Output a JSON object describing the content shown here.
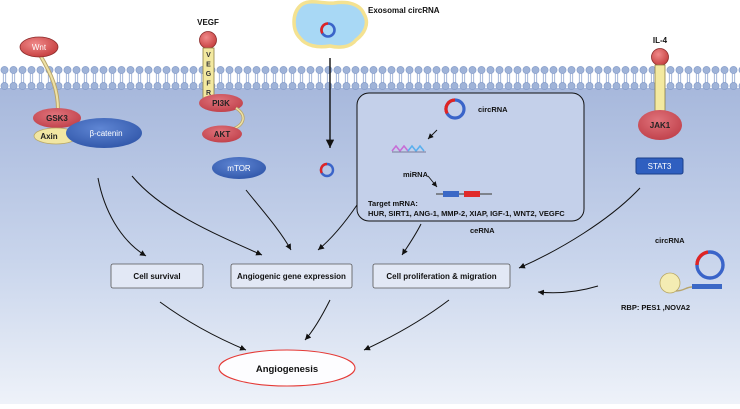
{
  "exosome": {
    "label": "Exosomal circRNA"
  },
  "wnt": {
    "ligand": "Wnt",
    "gsk3": "GSK3",
    "axin": "Axin",
    "beta_catenin": "β-catenin"
  },
  "vegf": {
    "ligand": "VEGF",
    "receptor_letters": [
      "V",
      "E",
      "G",
      "F",
      "R"
    ],
    "pi3k": "PI3K",
    "akt": "AKT",
    "mtor": "mTOR"
  },
  "il4": {
    "ligand": "IL-4",
    "jak1": "JAK1",
    "stat3": "STAT3"
  },
  "cerna_box": {
    "circrna": "circRNA",
    "mirna": "miRNA",
    "target_title": "Target mRNA:",
    "target_list": "HUR, SIRT1, ANG-1, MMP-2, XIAP, IGF-1, WNT2, VEGFC",
    "cerna": "ceRNA"
  },
  "rbp": {
    "circrna": "circRNA",
    "label": "RBP: PES1 ,NOVA2"
  },
  "outcomes": {
    "cell_survival": "Cell survival",
    "angiogenic": "Angiogenic gene expression",
    "proliferation": "Cell proliferation & migration",
    "angiogenesis": "Angiogenesis"
  },
  "colors": {
    "cytoplasm_top": "#a7b8dc",
    "cytoplasm_bottom": "#e6ecf6",
    "membrane": "#8fa7d2",
    "ligand_red": "#cf4a4a",
    "receptor_yellow": "#f3e9a0",
    "protein_blue": "#3c63b8",
    "protein_red": "#cf4f58",
    "exosome_fill": "#a8d8f5",
    "exosome_rim": "#f4e291",
    "angiogenesis_oval": "#e53935"
  }
}
